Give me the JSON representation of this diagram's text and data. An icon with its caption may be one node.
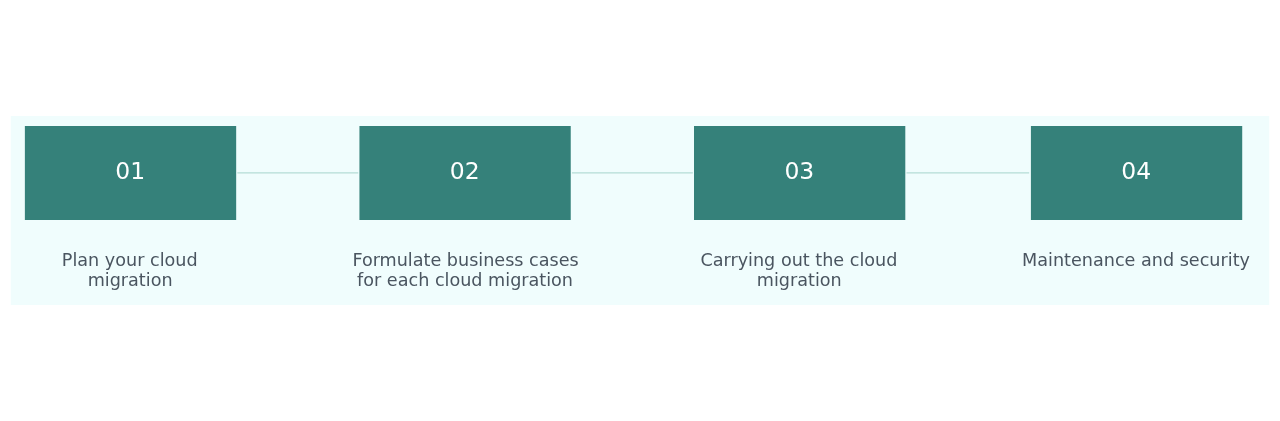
{
  "diagram": {
    "nodes": [
      {
        "text": [
          "01"
        ],
        "beside": [
          "Plan your cloud migration"
        ]
      },
      {
        "text": [
          "02"
        ],
        "beside": [
          "Formulate business cases for each cloud migration"
        ]
      },
      {
        "text": [
          "03"
        ],
        "beside": [
          "Carrying out the cloud migration"
        ]
      },
      {
        "text": [
          "04"
        ],
        "beside": [
          "Maintenance and security"
        ]
      }
    ],
    "edges": [
      {
        "from": 0,
        "to": 1,
        "arrow": "none"
      },
      {
        "from": 1,
        "to": 2,
        "arrow": "none"
      },
      {
        "from": 2,
        "to": 3,
        "arrow": "none"
      }
    ]
  }
}
